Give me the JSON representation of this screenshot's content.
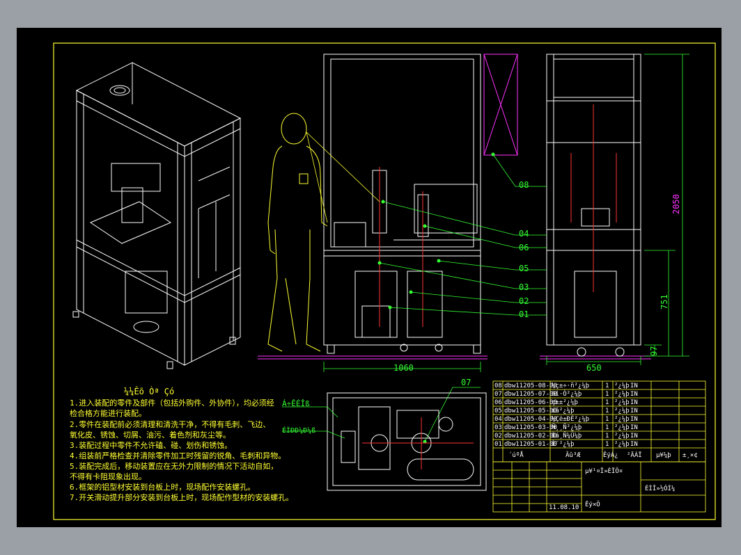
{
  "callouts": [
    "08",
    "04",
    "06",
    "05",
    "03",
    "02",
    "01",
    "07"
  ],
  "dims": {
    "width_front": "1060",
    "width_side": "650",
    "height_total": "2050",
    "height_table": "751",
    "height_foot": "97"
  },
  "plan_labels": {
    "top": "Á÷ÊÉÎß",
    "mid": "ÉÌÐÐ¼Ð¼ß"
  },
  "notes": {
    "title": "¼¼Êõ Òª Çó",
    "lines": [
      "1.进入装配的零件及部件（包括外购件、外协件），均必须经",
      "   检合格方能进行装配。",
      "2.零件在装配前必须清理和清洗干净，不得有毛刺、飞边、",
      "   氧化皮、锈蚀、切屑、油污、着色剂和灰尘等。",
      "3.装配过程中零件不允许磕、碰、划伤和锈蚀。",
      "4.组装前严格检查并清除零件加工时残留的锐角、毛刺和异物。",
      "5.装配完成后，移动装置应在无外力限制的情况下活动自如，",
      "   不得有卡阻现象出现。",
      "6.框架的铝型材安装到台板上时，现场配作安装螺孔。",
      "7.开关滑动提升部分安装到台板上时，现场配作型材的安装螺孔。"
    ]
  },
  "bom": [
    {
      "no": "08",
      "code": "dbw11205-08-00",
      "name": "¼ç±÷·ñ²¿¼þ",
      "qty": "1",
      "unit": "²¿¼þ",
      "note": "IN"
    },
    {
      "no": "07",
      "code": "dbw11205-07-00",
      "name": "ãî·Ò²¿¼þ",
      "qty": "1",
      "unit": "²¿¼þ",
      "note": "IN"
    },
    {
      "no": "06",
      "code": "dbw11205-06-00",
      "name": "ç±±²¿¼þ",
      "qty": "1",
      "unit": "²¿¼þ",
      "note": "IN"
    },
    {
      "no": "05",
      "code": "dbw11205-05-00",
      "name": "íã²¿¼þ",
      "qty": "1",
      "unit": "²¿¼þ",
      "note": "IN"
    },
    {
      "no": "04",
      "code": "dbw11205-04-00",
      "name": "¼Çë±ÐÈ²¿¼þ",
      "qty": "1",
      "unit": "²¿¼þ",
      "note": "IN"
    },
    {
      "no": "03",
      "code": "dbw11205-03-00",
      "name": "Ñ¸¸Ñ²¿¼þ",
      "qty": "1",
      "unit": "²¿¼þ",
      "note": "IN"
    },
    {
      "no": "02",
      "code": "dbw11205-02-00",
      "name": "Ìá¸Ñ¼Ü¼þ",
      "qty": "1",
      "unit": "²¿¼þ",
      "note": "IN"
    },
    {
      "no": "01",
      "code": "dbw11205-01-00",
      "name": "Ì¨²¿¼þ",
      "qty": "1",
      "unit": "²¿¼þ",
      "note": "IN"
    }
  ],
  "bom_header": {
    "c1": "´úºÅ",
    "c2": "Ãû³Æ",
    "c3": "ÊýÁ¿",
    "c4": "²ÄÁÏ",
    "c5": "µ¥¼þ",
    "c6": "±¸×¢"
  },
  "title_block": {
    "name": "µ¥¹¤Î»ÈÏÖ¤",
    "drawing_no": "ÉÌÎ»½ÓÍ¼",
    "date": "11.08.10",
    "scale": "Êý×Ö"
  }
}
